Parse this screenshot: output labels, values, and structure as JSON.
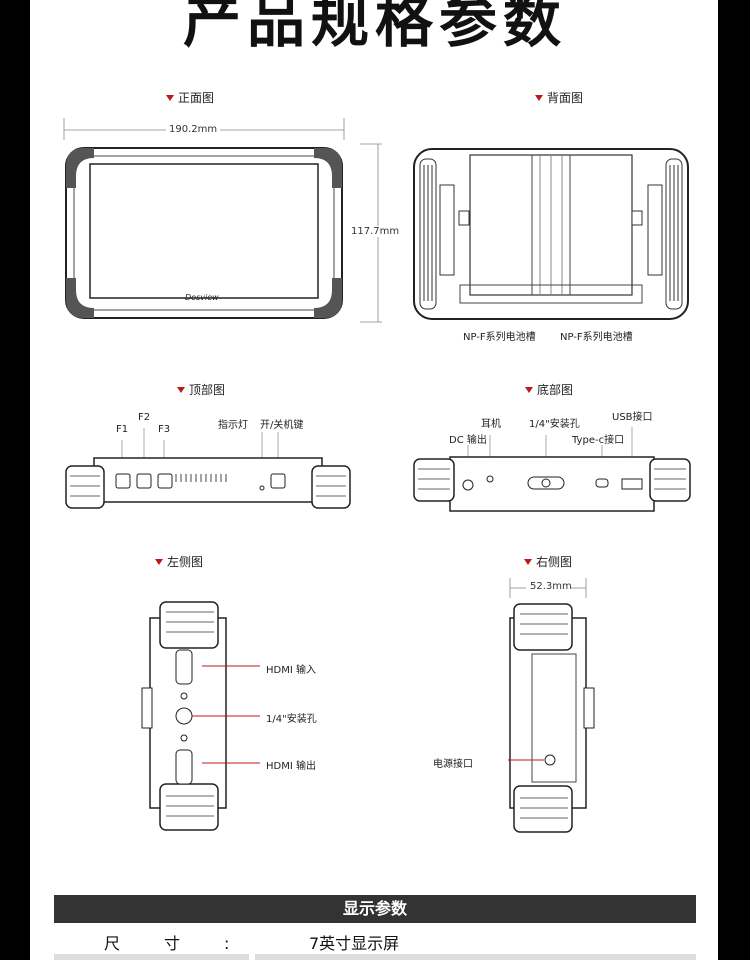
{
  "title": "产品规格参数",
  "views": {
    "front": "正面图",
    "back": "背面图",
    "top": "顶部图",
    "bottom": "底部图",
    "left": "左侧图",
    "right": "右侧图"
  },
  "dims": {
    "width": "190.2mm",
    "height": "117.7mm",
    "depth": "52.3mm"
  },
  "brand": "Desview",
  "back_labels": [
    "NP-F系列电池槽",
    "NP-F系列电池槽"
  ],
  "top_labels": {
    "f1": "F1",
    "f2": "F2",
    "f3": "F3",
    "indicator": "指示灯",
    "power": "开/关机键"
  },
  "bottom_labels": {
    "dc": "DC 输出",
    "earphone": "耳机",
    "mount": "1/4\"安装孔",
    "typec": "Type-c接口",
    "usb": "USB接口"
  },
  "left_labels": {
    "hdmi_in": "HDMI 输入",
    "mount": "1/4\"安装孔",
    "hdmi_out": "HDMI 输出"
  },
  "right_labels": {
    "power_port": "电源接口"
  },
  "spec": {
    "header": "显示参数",
    "rows": [
      {
        "key": "尺寸:",
        "value": "7英寸显示屏"
      }
    ]
  }
}
